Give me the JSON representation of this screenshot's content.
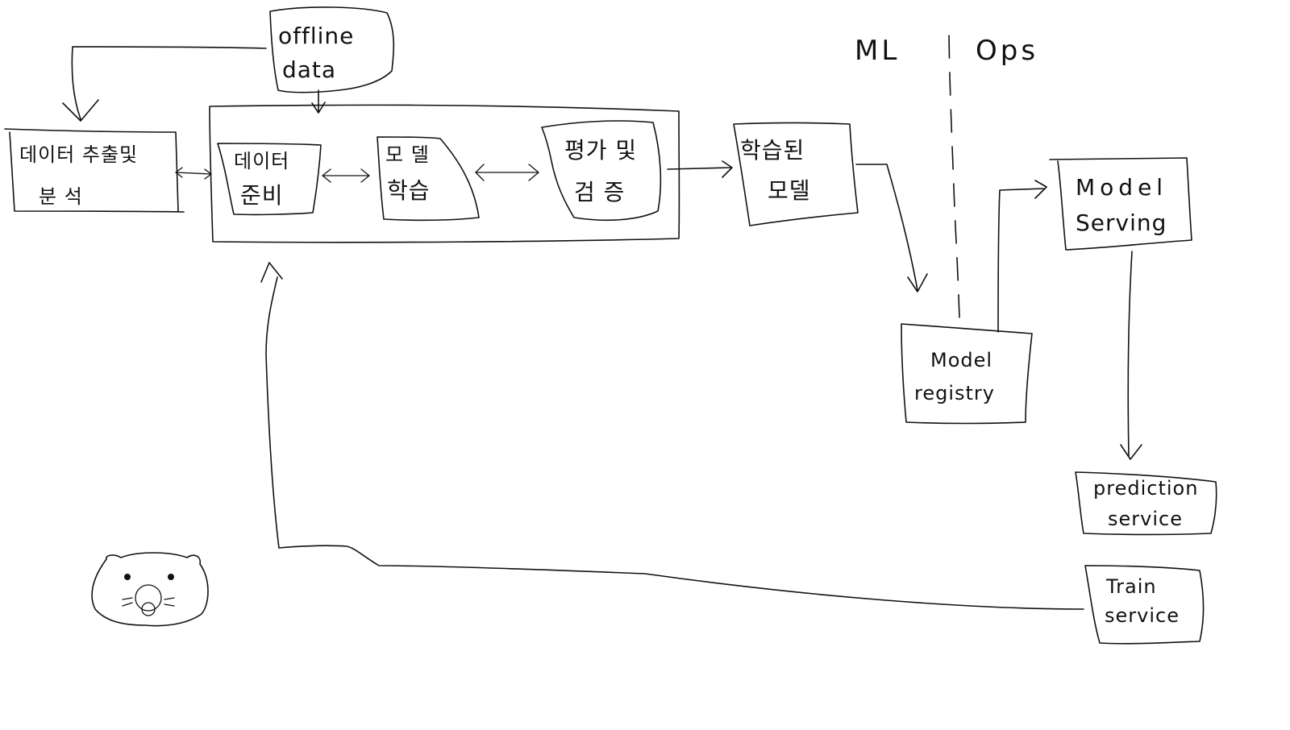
{
  "nodes": {
    "offline_data": {
      "line1": "offline",
      "line2": "data"
    },
    "data_extraction": {
      "line1": "데이터 추출및",
      "line2": "분 석"
    },
    "data_prep": {
      "line1": "데이터",
      "line2": "준비"
    },
    "model_training": {
      "line1": "모 델",
      "line2": "학습"
    },
    "evaluation": {
      "line1": "평가 및",
      "line2": "검 증"
    },
    "trained_model": {
      "line1": "학습된",
      "line2": "모델"
    },
    "model_registry": {
      "line1": "Model",
      "line2": "registry"
    },
    "model_serving": {
      "line1": "Model",
      "line2": "Serving"
    },
    "prediction_service": {
      "line1": "prediction",
      "line2": "service"
    },
    "train_service": {
      "line1": "Train",
      "line2": "service"
    }
  },
  "divider": {
    "left": "ML",
    "right": "Ops"
  }
}
